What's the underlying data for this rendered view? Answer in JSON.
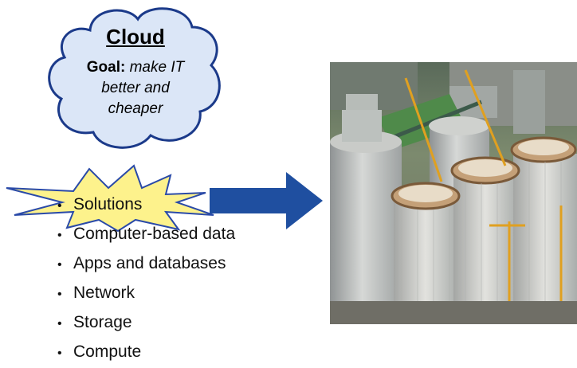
{
  "cloud": {
    "title": "Cloud",
    "goal_label": "Goal:",
    "goal_text_1": "make IT",
    "goal_text_2": "better and",
    "goal_text_3": "cheaper"
  },
  "list": {
    "items": [
      "Solutions",
      "Computer-based data",
      "Apps and databases",
      "Network",
      "Storage",
      "Compute"
    ]
  },
  "colors": {
    "cloud_fill": "#dbe6f7",
    "cloud_stroke": "#1b3a8a",
    "starburst_fill": "#fdf28c",
    "starburst_stroke": "#2a4aa8",
    "arrow_fill": "#1f4fa0"
  },
  "image": {
    "description_icon": "silo-construction-photo"
  }
}
